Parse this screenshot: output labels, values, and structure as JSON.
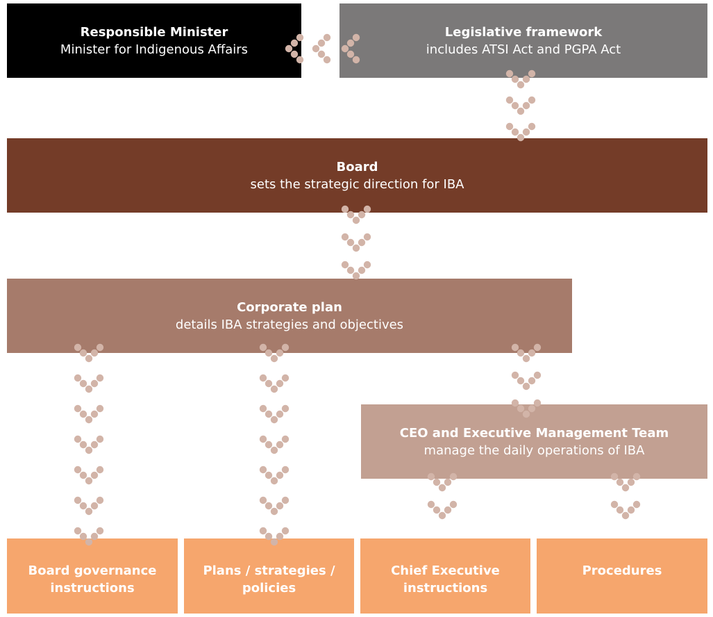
{
  "colors": {
    "minister": "#000000",
    "legislative": "#7b7979",
    "board": "#743c28",
    "corporate_plan": "#a67b6b",
    "ceo": "#c2a092",
    "leaf": "#f6a66d",
    "dots": "#d2b4a8"
  },
  "minister": {
    "title": "Responsible Minister",
    "subtitle": "Minister for Indigenous Affairs"
  },
  "legislative": {
    "title": "Legislative framework",
    "subtitle": "includes ATSI Act and PGPA Act"
  },
  "board": {
    "title": "Board",
    "subtitle": "sets the strategic direction for IBA"
  },
  "corporate_plan": {
    "title": "Corporate plan",
    "subtitle": "details IBA strategies and objectives"
  },
  "ceo": {
    "title": "CEO and Executive Management Team",
    "subtitle": "manage the daily operations of IBA"
  },
  "outputs": [
    {
      "line1": "Board governance",
      "line2": "instructions"
    },
    {
      "line1": "Plans / strategies /",
      "line2": "policies"
    },
    {
      "line1": "Chief Executive",
      "line2": "instructions"
    },
    {
      "line1": "Procedures",
      "line2": ""
    }
  ],
  "connector_icon": "dotted-chevron-arrow"
}
